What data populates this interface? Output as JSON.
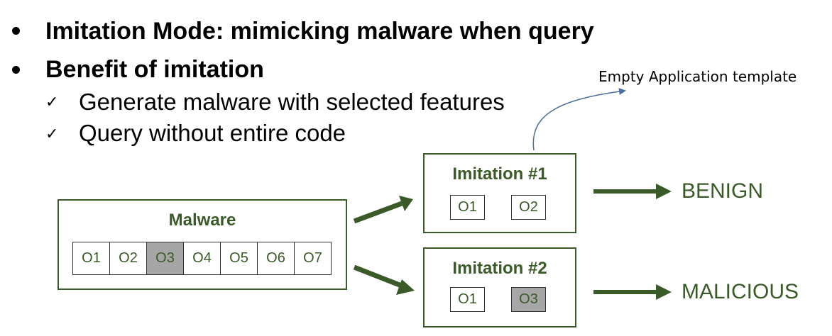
{
  "bullets": [
    {
      "text": "Imitation Mode: mimicking malware when query"
    },
    {
      "text": "Benefit of imitation",
      "sub": [
        "Generate malware with selected features",
        "Query without entire code"
      ]
    }
  ],
  "check_glyph": "✓",
  "annotation": "Empty Application template",
  "diagram": {
    "malware": {
      "title": "Malware",
      "cells": [
        "O1",
        "O2",
        "O3",
        "O4",
        "O5",
        "O6",
        "O7"
      ],
      "highlighted": [
        "O3"
      ]
    },
    "imitations": [
      {
        "title": "Imitation #1",
        "cells": [
          "O1",
          "O2"
        ],
        "highlighted": [],
        "result": "BENIGN"
      },
      {
        "title": "Imitation #2",
        "cells": [
          "O1",
          "O3"
        ],
        "highlighted": [
          "O3"
        ],
        "result": "MALICIOUS"
      }
    ]
  },
  "colors": {
    "accent": "#3a5a28",
    "highlight_cell": "#a6a6a6",
    "annotation_arrow": "#4a6f9a"
  }
}
